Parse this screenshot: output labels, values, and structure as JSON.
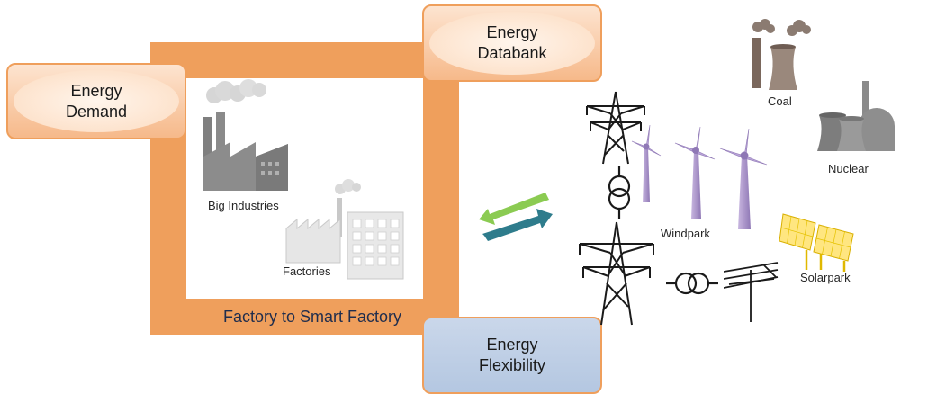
{
  "frame": {
    "caption": "Factory to Smart Factory"
  },
  "callouts": {
    "demand": "Energy\nDemand",
    "databank": "Energy\nDatabank",
    "flexibility": "Energy\nFlexibility"
  },
  "labels": {
    "big_industries": "Big Industries",
    "factories": "Factories",
    "windpark": "Windpark",
    "solarpark": "Solarpark",
    "coal": "Coal",
    "nuclear": "Nuclear"
  },
  "colors": {
    "frame": "#ef9f5c",
    "arrow_green": "#8bcb52",
    "arrow_teal": "#2e7c8c",
    "flex_box": "#b4c7e1"
  }
}
